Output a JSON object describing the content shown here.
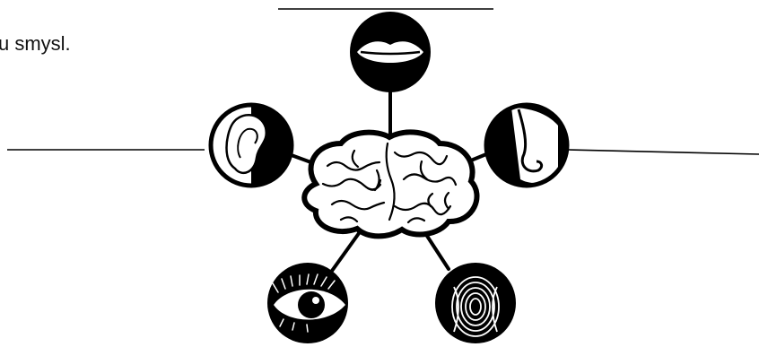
{
  "instruction": "u smysl.",
  "colors": {
    "ink": "#000000",
    "paper": "#ffffff"
  },
  "senses": [
    {
      "name": "taste",
      "icon": "mouth-icon",
      "answer": ""
    },
    {
      "name": "smell",
      "icon": "nose-icon",
      "answer": ""
    },
    {
      "name": "touch",
      "icon": "fingerprint-icon",
      "answer": ""
    },
    {
      "name": "sight",
      "icon": "eye-icon",
      "answer": ""
    },
    {
      "name": "hearing",
      "icon": "ear-icon",
      "answer": ""
    }
  ],
  "center": {
    "icon": "brain-icon"
  }
}
